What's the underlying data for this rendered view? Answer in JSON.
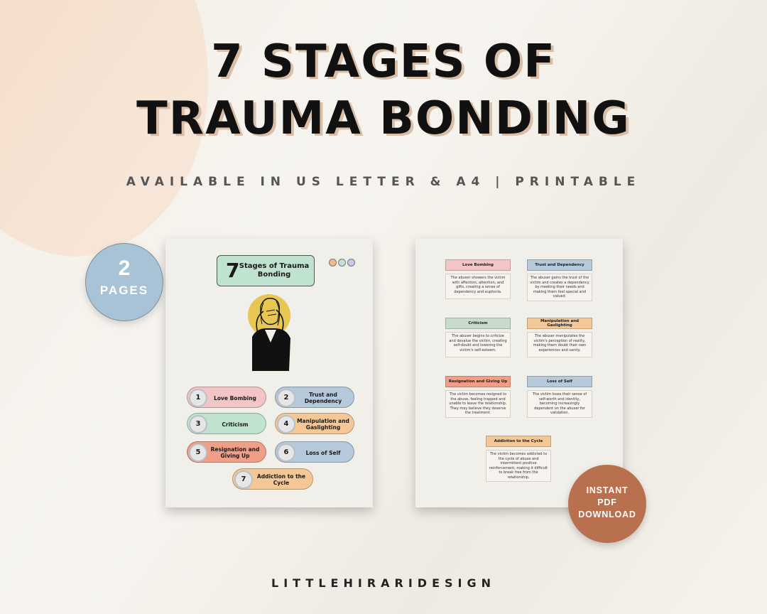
{
  "title_line1": "7 STAGES OF",
  "title_line2": "TRAUMA BONDING",
  "subtitle": "AVAILABLE IN US LETTER & A4 | PRINTABLE",
  "footer": "LITTLEHIRARIDESIGN",
  "badge_pages": {
    "number": "2",
    "label": "PAGES"
  },
  "badge_pdf": {
    "line1": "INSTANT",
    "line2": "PDF",
    "line3": "DOWNLOAD"
  },
  "page1": {
    "title_number": "7",
    "title_text": "Stages of Trauma Bonding",
    "dot_colors": [
      "#f0b98f",
      "#bfe3cf",
      "#c8c8ee"
    ],
    "stages": [
      {
        "num": "1",
        "label": "Love Bombing",
        "color": "#f2c5c6"
      },
      {
        "num": "2",
        "label": "Trust and Dependency",
        "color": "#b5c9da"
      },
      {
        "num": "3",
        "label": "Criticism",
        "color": "#bfe3cf"
      },
      {
        "num": "4",
        "label": "Manipulation and Gaslighting",
        "color": "#f3c896"
      },
      {
        "num": "5",
        "label": "Resignation and Giving Up",
        "color": "#ef9f88"
      },
      {
        "num": "6",
        "label": "Loss of Self",
        "color": "#b5c9da"
      },
      {
        "num": "7",
        "label": "Addiction to the Cycle",
        "color": "#f3c896"
      }
    ]
  },
  "page2": {
    "cards": [
      {
        "title": "Love Bombing",
        "color": "#f2c5c6",
        "text": "The abuser showers the victim with affection, attention, and gifts, creating a sense of dependency and euphoria."
      },
      {
        "title": "Trust and Dependency",
        "color": "#b5c9da",
        "text": "The abuser gains the trust of the victim and creates a dependency by meeting their needs and making them feel special and valued."
      },
      {
        "title": "Criticism",
        "color": "#c7dccd",
        "text": "The abuser begins to criticize and devalue the victim, creating self-doubt and lowering the victim's self-esteem."
      },
      {
        "title": "Manipulation and Gaslighting",
        "color": "#f3c896",
        "text": "The abuser manipulates the victim's perception of reality, making them doubt their own experiences and sanity."
      },
      {
        "title": "Resignation and Giving Up",
        "color": "#ef9f88",
        "text": "The victim becomes resigned to the abuse, feeling trapped and unable to leave the relationship. They may believe they deserve the treatment."
      },
      {
        "title": "Loss of Self",
        "color": "#b5c9da",
        "text": "The victim loses their sense of self-worth and identity, becoming increasingly dependent on the abuser for validation."
      },
      {
        "title": "Addiction to the Cycle",
        "color": "#f3c896",
        "text": "The victim becomes addicted to the cycle of abuse and intermittent positive reinforcement, making it difficult to break free from the relationship."
      }
    ]
  }
}
